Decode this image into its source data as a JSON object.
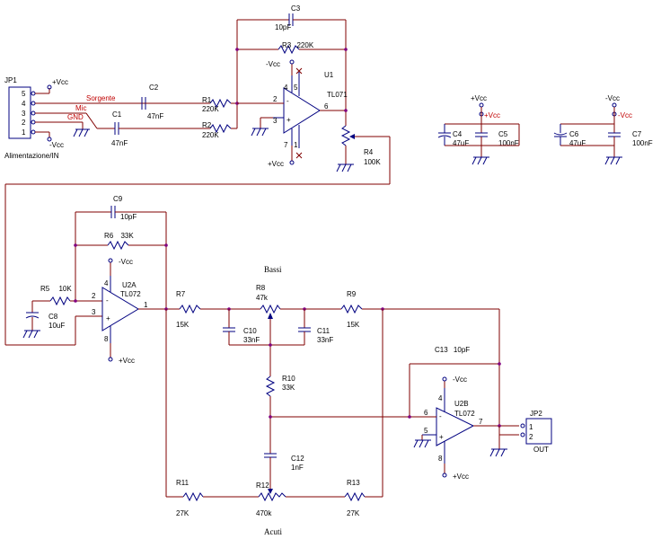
{
  "jp1": {
    "ref": "JP1",
    "pins": [
      "5",
      "4",
      "3",
      "2",
      "1"
    ],
    "name": "Alimentazione/IN",
    "nets": {
      "vcc_pos": "+Vcc",
      "sorgente": "Sorgente",
      "mic": "Mic",
      "gnd": "GND",
      "vcc_neg": "-Vcc"
    }
  },
  "input_stage": {
    "c2": {
      "ref": "C2",
      "value": "47nF"
    },
    "c1": {
      "ref": "C1",
      "value": "47nF"
    },
    "r1": {
      "ref": "R1",
      "value": "220K"
    },
    "r2": {
      "ref": "R2",
      "value": "220K"
    },
    "c3": {
      "ref": "C3",
      "value": "10pF"
    },
    "r3": {
      "ref": "R3",
      "value": "220K"
    },
    "u1": {
      "ref": "U1",
      "part": "TL071",
      "pin2": "2",
      "pin3": "3",
      "pin6": "6",
      "pin4": "4",
      "pin5": "5",
      "pin7": "7",
      "pin1": "1"
    },
    "vneg": "-Vcc",
    "vpos": "+Vcc",
    "r4": {
      "ref": "R4",
      "value": "100K"
    }
  },
  "decoupling": {
    "vcc_pos": "+Vcc",
    "vcc_neg": "-Vcc",
    "c4": {
      "ref": "C4",
      "value": "47uF"
    },
    "c5": {
      "ref": "C5",
      "value": "100nF"
    },
    "c6": {
      "ref": "C6",
      "value": "47uF"
    },
    "c7": {
      "ref": "C7",
      "value": "100nF"
    }
  },
  "buffer_stage": {
    "c9": {
      "ref": "C9",
      "value": "10pF"
    },
    "r6": {
      "ref": "R6",
      "value": "33K"
    },
    "r5": {
      "ref": "R5",
      "value": "10K"
    },
    "c8": {
      "ref": "C8",
      "value": "10uF"
    },
    "u2a": {
      "ref": "U2A",
      "part": "TL072",
      "pin2": "2",
      "pin3": "3",
      "pin1": "1",
      "pin4": "4",
      "pin8": "8"
    },
    "vneg": "-Vcc",
    "vpos": "+Vcc"
  },
  "tone": {
    "bassi": "Bassi",
    "acuti": "Acuti",
    "r7": {
      "ref": "R7",
      "value": "15K"
    },
    "r8": {
      "ref": "R8",
      "value": "47k"
    },
    "r9": {
      "ref": "R9",
      "value": "15K"
    },
    "c10": {
      "ref": "C10",
      "value": "33nF"
    },
    "c11": {
      "ref": "C11",
      "value": "33nF"
    },
    "r10": {
      "ref": "R10",
      "value": "33K"
    },
    "c12": {
      "ref": "C12",
      "value": "1nF"
    },
    "r11": {
      "ref": "R11",
      "value": "27K"
    },
    "r12": {
      "ref": "R12",
      "value": "470k"
    },
    "r13": {
      "ref": "R13",
      "value": "27K"
    }
  },
  "output_stage": {
    "c13": {
      "ref": "C13",
      "value": "10pF"
    },
    "u2b": {
      "ref": "U2B",
      "part": "TL072",
      "pin6": "6",
      "pin5": "5",
      "pin7": "7",
      "pin4": "4",
      "pin8": "8"
    },
    "vneg": "-Vcc",
    "vpos": "+Vcc",
    "jp2": {
      "ref": "JP2",
      "pin1": "1",
      "pin2": "2",
      "name": "OUT"
    }
  }
}
